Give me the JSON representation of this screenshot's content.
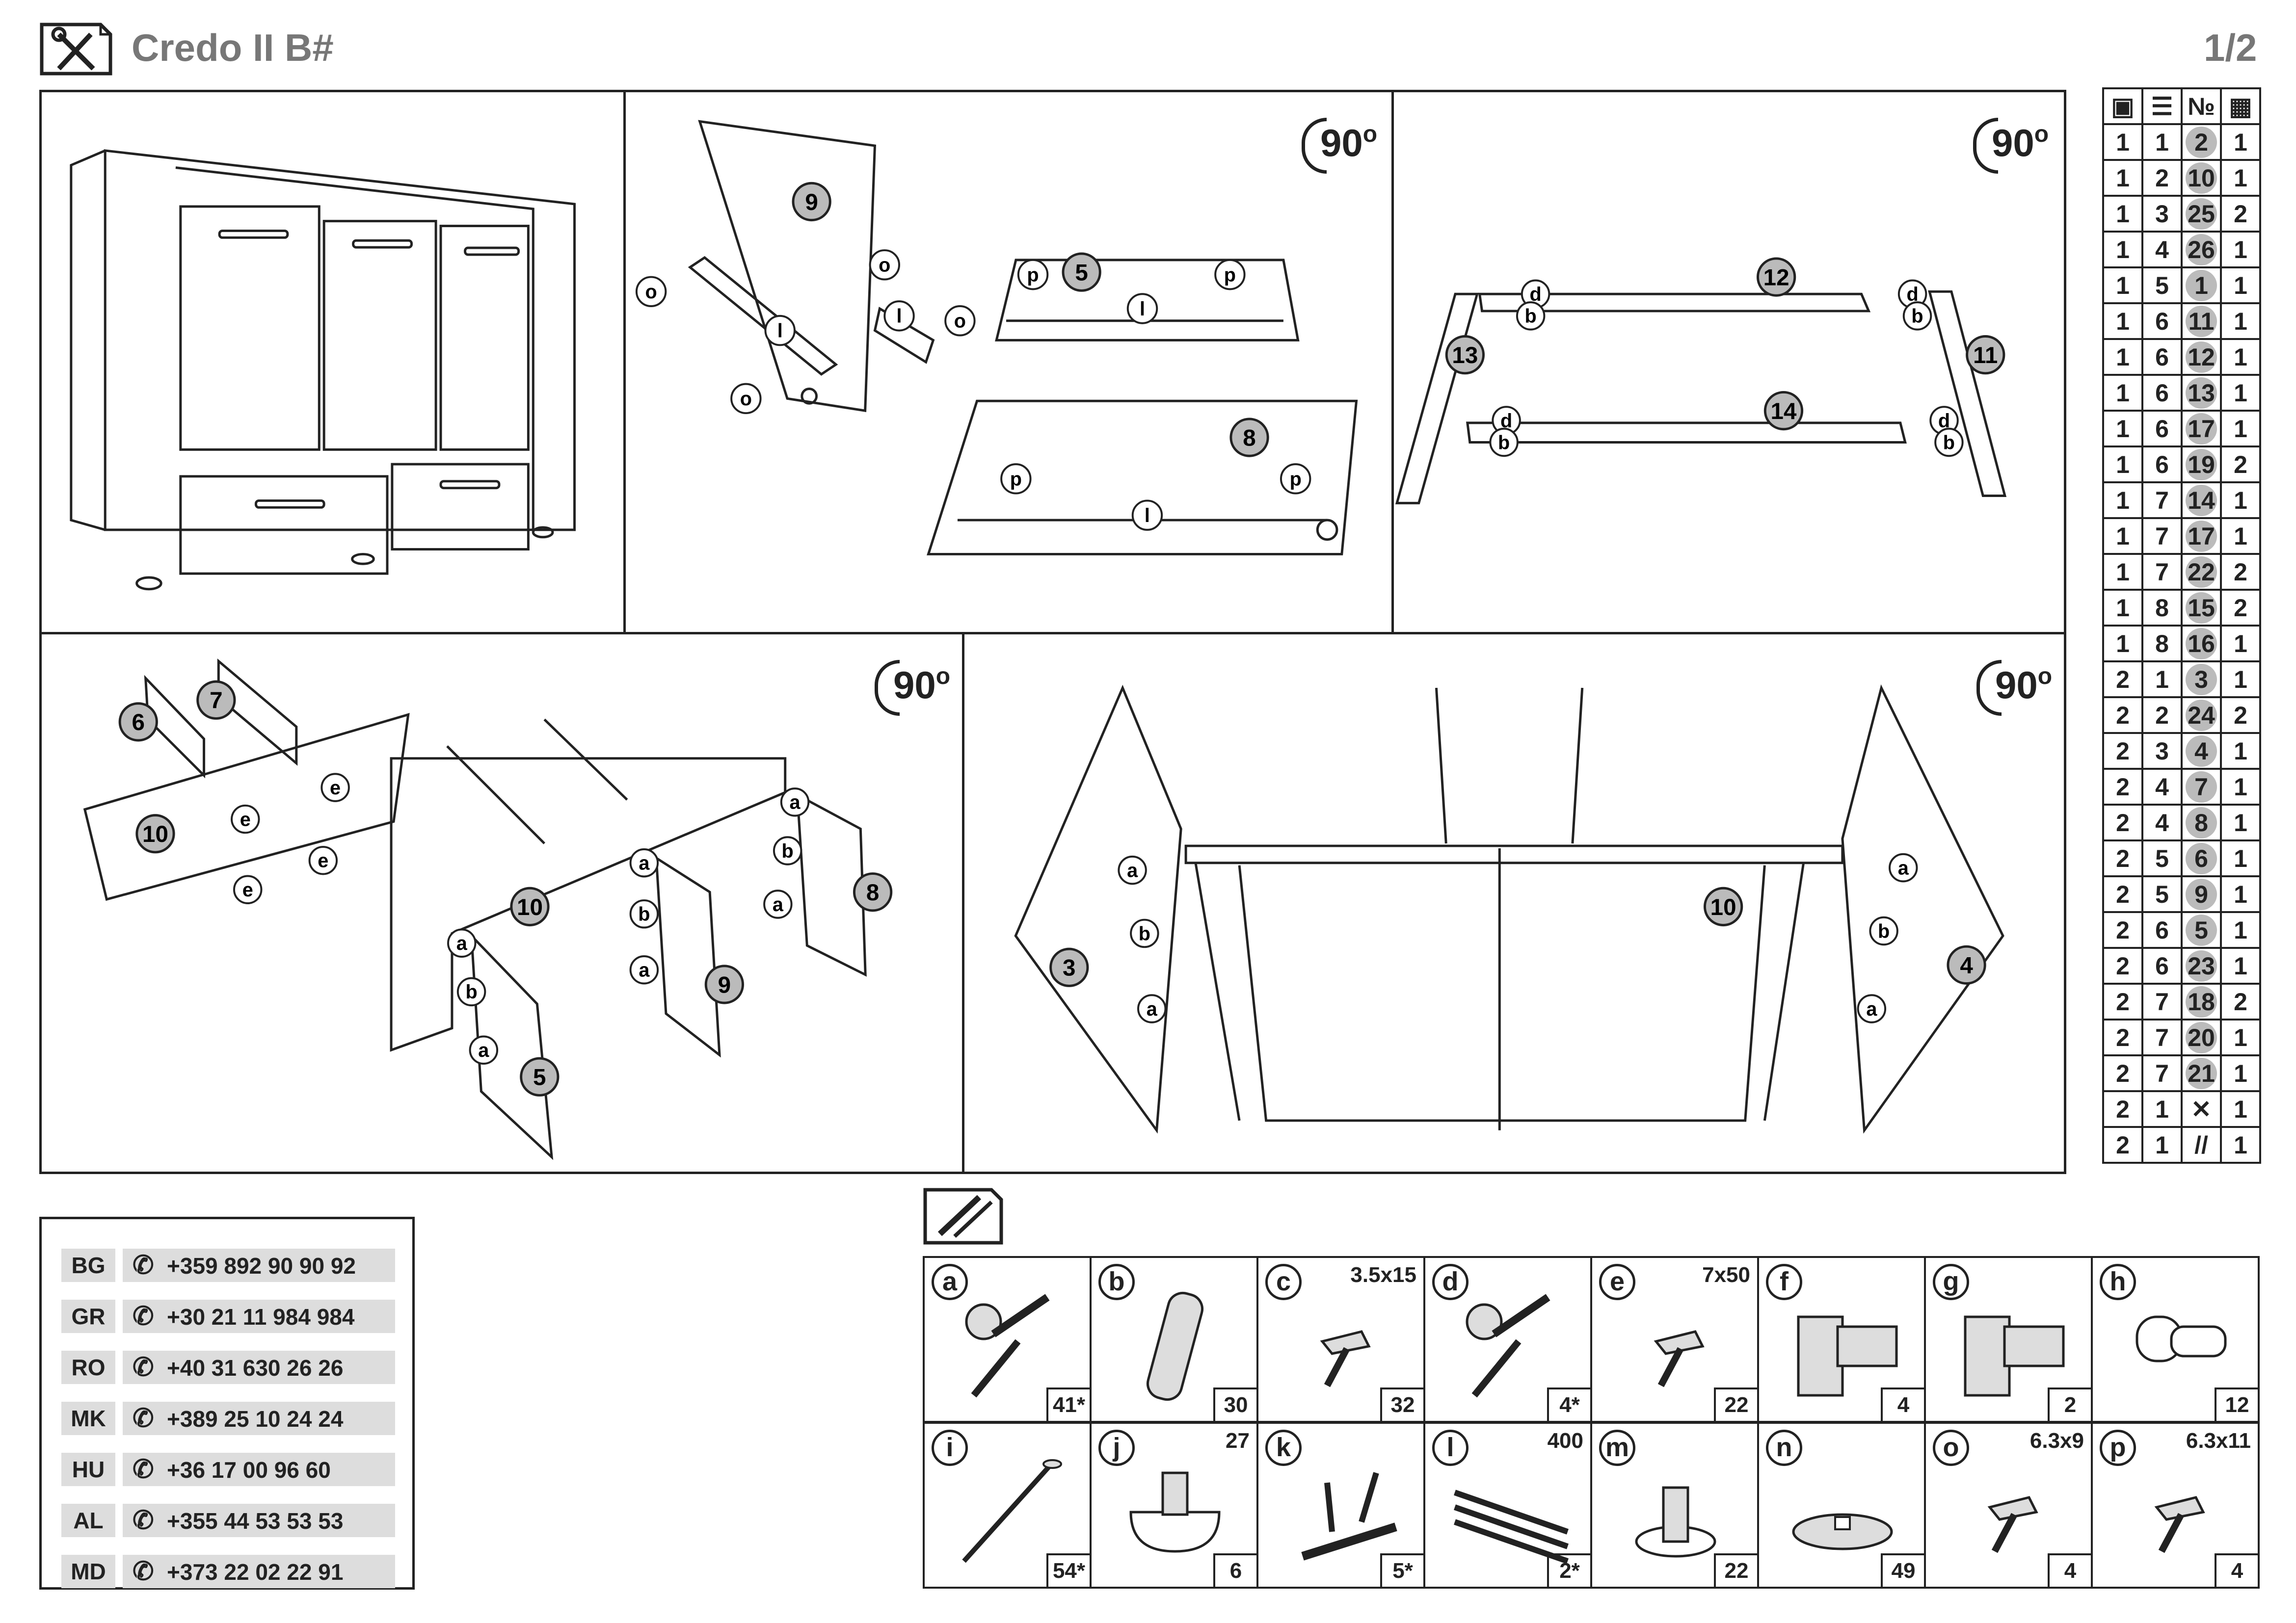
{
  "header": {
    "title": "Credo II B#",
    "page": "1/2",
    "icon": "tools-icon"
  },
  "rotation_label": "90",
  "rotation_unit": "o",
  "steps": {
    "step2": {
      "panels": [
        "9",
        "5",
        "8"
      ],
      "hw": [
        "o",
        "l",
        "p"
      ]
    },
    "step3": {
      "panels": [
        "12",
        "13",
        "11",
        "14"
      ],
      "hw": [
        "d",
        "b"
      ]
    },
    "step4": {
      "panels": [
        "6",
        "7",
        "10",
        "10",
        "9",
        "8",
        "5"
      ],
      "hw": [
        "e",
        "a",
        "b"
      ]
    },
    "step5": {
      "panels": [
        "3",
        "10",
        "4"
      ],
      "hw": [
        "a",
        "b"
      ]
    }
  },
  "parts_table": {
    "header_icons": [
      "box-icon",
      "stack-icon",
      "numero-icon",
      "grid-icon"
    ],
    "header_no": "№",
    "rows": [
      [
        "1",
        "1",
        "2",
        "1"
      ],
      [
        "1",
        "2",
        "10",
        "1"
      ],
      [
        "1",
        "3",
        "25",
        "2"
      ],
      [
        "1",
        "4",
        "26",
        "1"
      ],
      [
        "1",
        "5",
        "1",
        "1"
      ],
      [
        "1",
        "6",
        "11",
        "1"
      ],
      [
        "1",
        "6",
        "12",
        "1"
      ],
      [
        "1",
        "6",
        "13",
        "1"
      ],
      [
        "1",
        "6",
        "17",
        "1"
      ],
      [
        "1",
        "6",
        "19",
        "2"
      ],
      [
        "1",
        "7",
        "14",
        "1"
      ],
      [
        "1",
        "7",
        "17",
        "1"
      ],
      [
        "1",
        "7",
        "22",
        "2"
      ],
      [
        "1",
        "8",
        "15",
        "2"
      ],
      [
        "1",
        "8",
        "16",
        "1"
      ],
      [
        "2",
        "1",
        "3",
        "1"
      ],
      [
        "2",
        "2",
        "24",
        "2"
      ],
      [
        "2",
        "3",
        "4",
        "1"
      ],
      [
        "2",
        "4",
        "7",
        "1"
      ],
      [
        "2",
        "4",
        "8",
        "1"
      ],
      [
        "2",
        "5",
        "6",
        "1"
      ],
      [
        "2",
        "5",
        "9",
        "1"
      ],
      [
        "2",
        "6",
        "5",
        "1"
      ],
      [
        "2",
        "6",
        "23",
        "1"
      ],
      [
        "2",
        "7",
        "18",
        "2"
      ],
      [
        "2",
        "7",
        "20",
        "1"
      ],
      [
        "2",
        "7",
        "21",
        "1"
      ],
      [
        "2",
        "1",
        "",
        "1"
      ],
      [
        "2",
        "1",
        "",
        "1"
      ]
    ],
    "special_icons": [
      "tools-icon",
      "rails-icon"
    ]
  },
  "phones": [
    {
      "cc": "BG",
      "num": "+359 892 90 90 92"
    },
    {
      "cc": "GR",
      "num": "+30 21 11 984 984"
    },
    {
      "cc": "RO",
      "num": "+40 31 630 26 26"
    },
    {
      "cc": "MK",
      "num": "+389 25 10 24 24"
    },
    {
      "cc": "HU",
      "num": "+36 17 00 96 60"
    },
    {
      "cc": "AL",
      "num": "+355 44 53 53 53"
    },
    {
      "cc": "MD",
      "num": "+373 22 02 22 91"
    }
  ],
  "hardware": [
    {
      "letter": "a",
      "size": "",
      "qty": "41*",
      "icon": "cam-lock-icon"
    },
    {
      "letter": "b",
      "size": "",
      "qty": "30",
      "icon": "dowel-icon"
    },
    {
      "letter": "c",
      "size": "3.5x15",
      "qty": "32",
      "icon": "screw-icon"
    },
    {
      "letter": "d",
      "size": "",
      "qty": "4*",
      "icon": "cam-lock-icon"
    },
    {
      "letter": "e",
      "size": "7x50",
      "qty": "22",
      "icon": "screw-icon"
    },
    {
      "letter": "f",
      "size": "",
      "qty": "4",
      "icon": "hinge-icon"
    },
    {
      "letter": "g",
      "size": "",
      "qty": "2",
      "icon": "hinge-icon"
    },
    {
      "letter": "h",
      "size": "",
      "qty": "12",
      "icon": "shelf-pin-icon"
    },
    {
      "letter": "i",
      "size": "",
      "qty": "54*",
      "icon": "nail-icon"
    },
    {
      "letter": "j",
      "size": "27",
      "qty": "6",
      "icon": "foot-icon"
    },
    {
      "letter": "k",
      "size": "",
      "qty": "5*",
      "icon": "handle-icon"
    },
    {
      "letter": "l",
      "size": "400",
      "qty": "2*",
      "icon": "rail-icon"
    },
    {
      "letter": "m",
      "size": "",
      "qty": "22",
      "icon": "pin-icon"
    },
    {
      "letter": "n",
      "size": "",
      "qty": "49",
      "icon": "glider-icon"
    },
    {
      "letter": "o",
      "size": "6.3x9",
      "qty": "4",
      "icon": "screw-icon"
    },
    {
      "letter": "p",
      "size": "6.3x11",
      "qty": "4",
      "icon": "screw-icon"
    }
  ]
}
